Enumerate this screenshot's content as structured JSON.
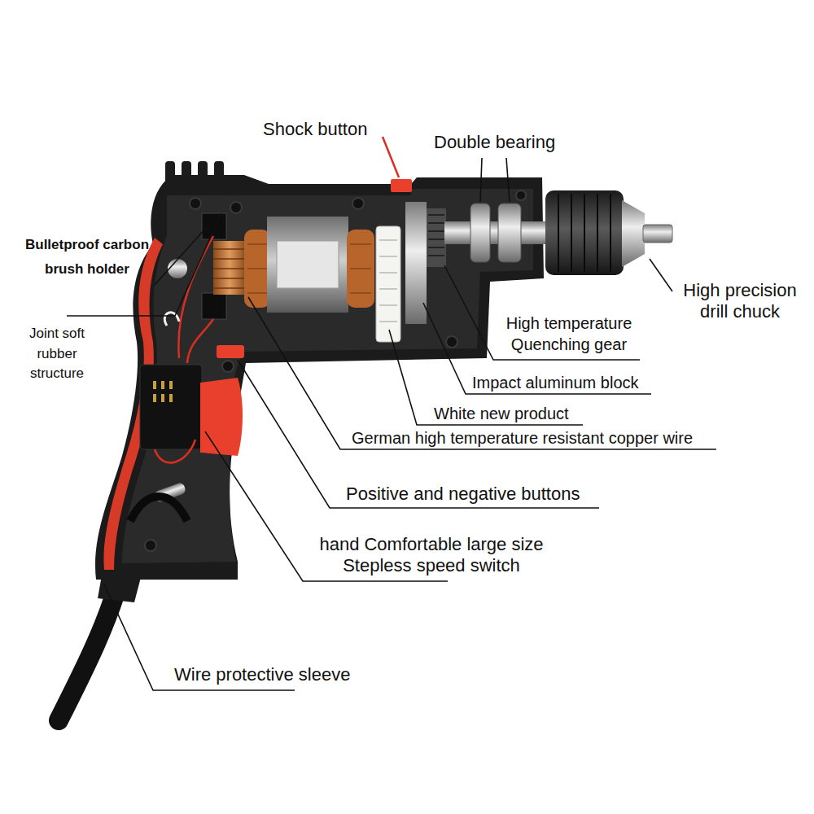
{
  "diagram": {
    "labels": [
      "Shock button",
      "Double bearing",
      "Bulletproof carbon brush holder",
      "High precision drill chuck",
      "Joint soft rubber structure",
      "High temperature Quenching gear",
      "Impact aluminum block",
      "White new product",
      "German high temperature resistant copper wire",
      "Positive and negative buttons",
      "hand Comfortable large size Stepless speed switch",
      "Wire protective sleeve"
    ]
  }
}
